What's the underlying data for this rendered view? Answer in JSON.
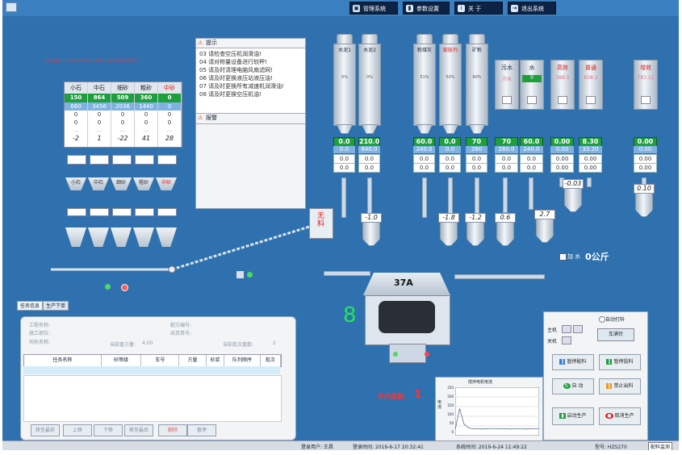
{
  "topbar": {
    "buttons": [
      {
        "label": "管理系统",
        "icon": "monitor-icon"
      },
      {
        "label": "参数设置",
        "icon": "chart-icon"
      },
      {
        "label": "关 于",
        "icon": "info-icon"
      },
      {
        "label": "退出系统",
        "icon": "exit-icon"
      }
    ]
  },
  "header": {
    "red_status": "工作正常：2019-06-24 11:49:22 生产操作进行中"
  },
  "aggregates": {
    "columns": [
      {
        "name": "小石",
        "set": "150",
        "actual": "660",
        "v1": "0",
        "v2": "0",
        "v3": "...",
        "err": "-2"
      },
      {
        "name": "中石",
        "set": "864",
        "actual": "3456",
        "v1": "0",
        "v2": "0",
        "v3": "...",
        "err": "1"
      },
      {
        "name": "细砂",
        "set": "509",
        "actual": "2036",
        "v1": "0",
        "v2": "0",
        "v3": "...",
        "err": "-22"
      },
      {
        "name": "粗砂",
        "set": "360",
        "actual": "1440",
        "v1": "0",
        "v2": "0",
        "v3": "...",
        "err": "41"
      },
      {
        "name": "中砂",
        "set": "0",
        "actual": "0",
        "v1": "0",
        "v2": "0",
        "v3": "...",
        "err": "28"
      }
    ],
    "hoppers": [
      "小石",
      "中石",
      "细砂",
      "粗砂",
      "中砂"
    ]
  },
  "messages": {
    "title": "提示",
    "items": [
      "03 请检查空压机润滑油!",
      "04 请对称量设备进行较秤!",
      "05 请及时清理电脑风扇滤网!",
      "06 请及时更换液压站液压油!",
      "07 请及时更换所有减速机润滑油!",
      "08 请及时更换空压机油!"
    ],
    "alarm_title": "报警"
  },
  "silos": [
    {
      "name": "水泥1",
      "pct": "0%",
      "set": "0.0",
      "actual": "0.0",
      "a": "0.0",
      "b": "0.0"
    },
    {
      "name": "水泥2",
      "pct": "0%",
      "set": "210.0",
      "actual": "840.0",
      "a": "0.0",
      "b": "0.0"
    },
    {
      "name": "粉煤灰",
      "pct": "51%",
      "set": "60.0",
      "actual": "240.0",
      "a": "0.0",
      "b": "0.0"
    },
    {
      "name": "膨胀剂",
      "pct": "50%",
      "set": "0.0",
      "actual": "0.0",
      "a": "0.0",
      "b": "0.0"
    },
    {
      "name": "矿粉",
      "pct": "60%",
      "set": "70",
      "actual": "280",
      "a": "0.0",
      "b": "0.0"
    }
  ],
  "water_tanks": [
    {
      "name": "污水",
      "sub": "污水",
      "set": "70",
      "actual": "280.0",
      "a": "0.0",
      "b": "0.0"
    },
    {
      "name": "水",
      "sub": "0",
      "set": "60.0",
      "actual": "240.0",
      "a": "0.0",
      "b": "0.0"
    },
    {
      "name": "高效",
      "sub": "388.5",
      "set": "0.00",
      "actual": "0.00",
      "a": "0.00",
      "b": "0.00"
    },
    {
      "name": "普通",
      "sub": "608.2",
      "set": "8.30",
      "actual": "33.20",
      "a": "0.00",
      "b": "0.00"
    },
    {
      "name": "增效",
      "sub": "783.11",
      "set": "0.00",
      "actual": "0.00",
      "a": "0.00",
      "b": "0.00"
    }
  ],
  "scales": {
    "aux": "无料",
    "s1": "-1.0",
    "s2": "-1.8",
    "s3": "-1.2",
    "s4": "0.6",
    "s5": "2.7",
    "s6": "-0.03",
    "s7": "0.10"
  },
  "water_add": {
    "label": "加 水",
    "value": "0公斤"
  },
  "mixer": {
    "id": "37A",
    "batch_big": "8",
    "cars_label": "车内盘数:",
    "cars_value": "1"
  },
  "task": {
    "tabs": [
      "任务信息",
      "生产下单"
    ],
    "labels": {
      "project": "工程名称:",
      "site": "施工部位:",
      "driver": "司机名称:",
      "recipe_no": "配方编号:",
      "ship_no": "出货单号:",
      "current_qty": "当前盘方量:",
      "current_qty_value": "4.00",
      "current_batch": "当前批次盘数:",
      "current_batch_value": "2"
    },
    "columns": [
      "任务名称",
      "砼等级",
      "车号",
      "方量",
      "砂浆",
      "队列顺序",
      "批次"
    ],
    "buttons": [
      "移至最前",
      "上移",
      "下移",
      "移至最后",
      "删除",
      "暂停"
    ]
  },
  "chart": {
    "title": "搅拌电机电流",
    "ylabel": "电流",
    "yticks": [
      "250",
      "200",
      "150",
      "100",
      "50",
      "0"
    ]
  },
  "chart_data": {
    "type": "line",
    "title": "搅拌电机电流",
    "ylabel": "电流",
    "ylim": [
      0,
      250
    ],
    "values": [
      30,
      140,
      60,
      40,
      35,
      36,
      34,
      36,
      35,
      37,
      35,
      36,
      34,
      35,
      36,
      35,
      34,
      36,
      35,
      35
    ]
  },
  "control": {
    "auto_print": "自动打料",
    "host": "主机",
    "vibrator": "关机",
    "switch_label": "车满铃",
    "b1": "暂停配料",
    "b2": "暂停投料",
    "b3": "自 动",
    "b4": "禁止出料",
    "b5": "启动生产",
    "b6": "取消生产"
  },
  "status": {
    "user": "登录用户: 王昌",
    "login": "登录时间: 2019-6-17 20:32:41",
    "sys": "系统时间: 2019-6-24 11:49:22",
    "model": "型号: HZS270",
    "corner": "配料监测"
  },
  "colors": {
    "bg": "#2f71ae",
    "green": "#1f9e3e",
    "lightblue": "#7fb2e3",
    "red": "#e01919"
  }
}
